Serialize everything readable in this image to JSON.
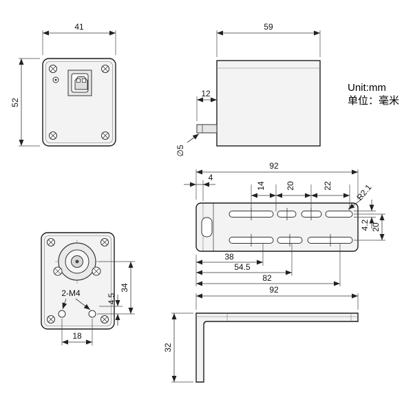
{
  "title": {
    "unit_en": "Unit:mm",
    "unit_zh": "单位：毫米"
  },
  "front_view": {
    "width": "41",
    "height": "52"
  },
  "side_view": {
    "depth": "59",
    "shaft_length": "12",
    "shaft_diameter": "∅5"
  },
  "bracket_top_view": {
    "length": "92",
    "flange_thickness": "4",
    "spacing_a": "14",
    "spacing_b": "20",
    "spacing_c": "22",
    "corner_radius": "R2.1",
    "slot_width": "4.2",
    "row_spacing": "20",
    "dim_38": "38",
    "dim_54_5": "54.5",
    "dim_82": "82"
  },
  "back_view": {
    "center_to_holes": "34",
    "hole_edge_offset": "4.5",
    "thread_spec": "2-M4",
    "hole_spacing": "18"
  },
  "bracket_side_view": {
    "length": "92",
    "height": "32"
  }
}
